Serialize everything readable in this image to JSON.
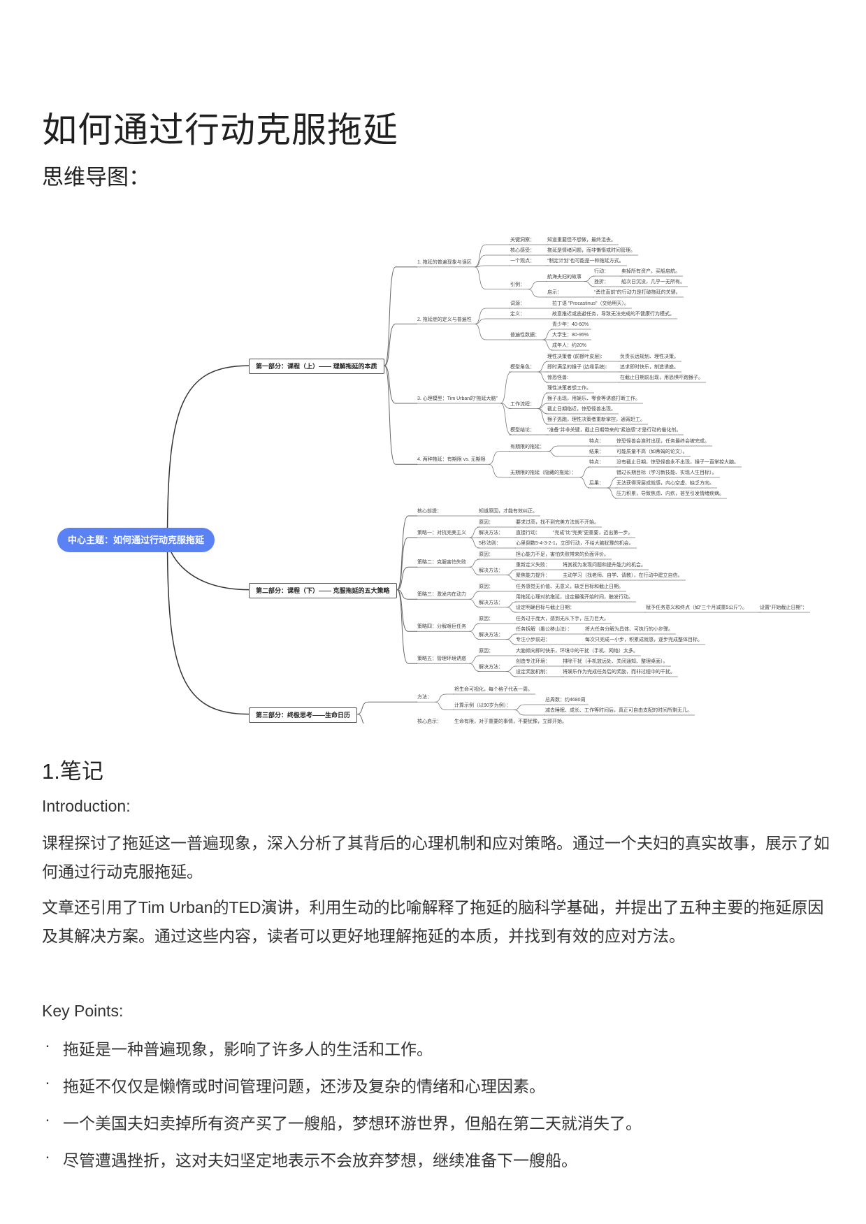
{
  "title": "如何通过行动克服拖延",
  "mindmap_heading": "思维导图：",
  "mindmap": {
    "t": "中心主题：如何通过行动克服拖延",
    "c": [
      {
        "t": "第一部分：课程（上）—— 理解拖延的本质",
        "c": [
          {
            "t": "1. 拖延的普遍现象与误区",
            "c": [
              {
                "t": "关键洞察：",
                "c": [
                  {
                    "t": "知道重要但不想做，最终沮丧。"
                  }
                ]
              },
              {
                "t": "核心感受：",
                "c": [
                  {
                    "t": "拖延是情绪问题，而非懒惰或时间管理。"
                  }
                ]
              },
              {
                "t": "一个观点：",
                "c": [
                  {
                    "t": "“制定计划”也可能是一种拖延方式。"
                  }
                ]
              },
              {
                "t": "引例：",
                "c": [
                  {
                    "t": "航海夫妇的故事",
                    "c": [
                      {
                        "t": "行动：",
                        "c": [
                          {
                            "t": "卖掉所有资产，买船启航。"
                          }
                        ]
                      },
                      {
                        "t": "挫折：",
                        "c": [
                          {
                            "t": "船次日沉没，几乎一无所有。"
                          }
                        ]
                      }
                    ]
                  },
                  {
                    "t": "启示：",
                    "c": [
                      {
                        "t": "“勇往直前”的行动力是打破拖延的关键。"
                      }
                    ]
                  }
                ]
              }
            ]
          },
          {
            "t": "2. 拖延症的定义与普遍性",
            "c": [
              {
                "t": "词源：",
                "c": [
                  {
                    "t": "拉丁语 \"Procastinus\"（交给明天）。"
                  }
                ]
              },
              {
                "t": "定义：",
                "c": [
                  {
                    "t": "故意推迟或逃避任务，导致无法完成的不健康行为模式。"
                  }
                ]
              },
              {
                "t": "普遍性数据：",
                "c": [
                  {
                    "t": "青少年：40-60%"
                  },
                  {
                    "t": "大学生：80-95%"
                  },
                  {
                    "t": "成年人：约20%"
                  }
                ]
              }
            ]
          },
          {
            "t": "3. 心理模型：Tim Urban的“拖延大脑”",
            "c": [
              {
                "t": "模型角色：",
                "c": [
                  {
                    "t": "理性决策者 (前额叶皮层):",
                    "c": [
                      {
                        "t": "负责长远规划、理性决策。"
                      }
                    ]
                  },
                  {
                    "t": "即时满足的猴子 (边缘系统):",
                    "c": [
                      {
                        "t": "追求即时快乐，制造诱惑。"
                      }
                    ]
                  },
                  {
                    "t": "惊恐怪兽:",
                    "c": [
                      {
                        "t": "在截止日期前出现，用恐惧吓跑猴子。"
                      }
                    ]
                  }
                ]
              },
              {
                "t": "工作流程：",
                "c": [
                  {
                    "t": "理性决策者想工作。"
                  },
                  {
                    "t": "猴子出现，用娱乐、零食等诱惑打断工作。"
                  },
                  {
                    "t": "截止日期临近，惊恐怪兽出现。"
                  },
                  {
                    "t": "猴子逃跑，理性决策者重新掌控，通宵赶工。"
                  }
                ]
              },
              {
                "t": "模型结论：",
                "c": [
                  {
                    "t": "“准备”并非关键，截止日期带来的“紧迫感”才是行动的催化剂。"
                  }
                ]
              }
            ]
          },
          {
            "t": "4. 两种拖延：有期限 vs. 无期限",
            "c": [
              {
                "t": "有期限的拖延：",
                "c": [
                  {
                    "t": "特点：",
                    "c": [
                      {
                        "t": "惊恐怪兽会准时出现，任务最终会被完成。"
                      }
                    ]
                  },
                  {
                    "t": "结果：",
                    "c": [
                      {
                        "t": "可能质量不高（如蒂姆的论文）。"
                      }
                    ]
                  }
                ]
              },
              {
                "t": "无期限的拖延（隐藏的拖延）：",
                "c": [
                  {
                    "t": "特点：",
                    "c": [
                      {
                        "t": "没有截止日期，惊恐怪兽永不出现，猴子一直掌控大脑。"
                      }
                    ]
                  },
                  {
                    "t": "后果：",
                    "c": [
                      {
                        "t": "错过长期目标（学习新技能、实现人生目标）。"
                      },
                      {
                        "t": "无法获得深层成就感，内心空虚、缺乏方向。"
                      },
                      {
                        "t": "压力积累，导致焦虑、内疚，甚至引发情绪疾病。"
                      }
                    ]
                  }
                ]
              }
            ]
          }
        ]
      },
      {
        "t": "第二部分：课程（下）—— 克服拖延的五大策略",
        "c": [
          {
            "t": "核心前提：",
            "c": [
              {
                "t": "知道原因，才能有效纠正。"
              }
            ]
          },
          {
            "t": "策略一：对抗完美主义",
            "c": [
              {
                "t": "原因：",
                "c": [
                  {
                    "t": "要求过高，找不到完美方法就不开始。"
                  }
                ]
              },
              {
                "t": "解决方法：",
                "c": [
                  {
                    "t": "直接行动：",
                    "c": [
                      {
                        "t": "“完成”比“完美”更重要，迈出第一步。"
                      }
                    ]
                  }
                ]
              },
              {
                "t": "5秒法则：",
                "c": [
                  {
                    "t": "心里倒数5-4-3-2-1，立即行动，不给大脑犹豫的机会。"
                  }
                ]
              }
            ]
          },
          {
            "t": "策略二：克服害怕失败",
            "c": [
              {
                "t": "原因：",
                "c": [
                  {
                    "t": "担心能力不足，害怕失败带来的负面评价。"
                  }
                ]
              },
              {
                "t": "解决方法：",
                "c": [
                  {
                    "t": "重新定义失败：",
                    "c": [
                      {
                        "t": "将其视为发现问题和提升能力的机会。"
                      }
                    ]
                  },
                  {
                    "t": "聚焦能力提升：",
                    "c": [
                      {
                        "t": "主动学习（找老师、自学、请教），在行动中建立自信。"
                      }
                    ]
                  }
                ]
              }
            ]
          },
          {
            "t": "策略三：激发内在动力",
            "c": [
              {
                "t": "原因：",
                "c": [
                  {
                    "t": "任务感觉无价值、无意义，缺乏目标和截止日期。"
                  }
                ]
              },
              {
                "t": "解决方法：",
                "c": [
                  {
                    "t": "用拖延心理对抗拖延，设定最晚开始时间，触发行动。"
                  },
                  {
                    "t": "设定明确目标与截止日期：",
                    "c": [
                      {
                        "t": "赋予任务意义和终点（如“三个月减重5公斤”）。",
                        "c": [
                          {
                            "t": "设置“开始截止日期”："
                          }
                        ]
                      }
                    ]
                  }
                ]
              }
            ]
          },
          {
            "t": "策略四：分解艰巨任务",
            "c": [
              {
                "t": "原因：",
                "c": [
                  {
                    "t": "任务过于庞大，感到无从下手，压力巨大。"
                  }
                ]
              },
              {
                "t": "解决方法：",
                "c": [
                  {
                    "t": "任务拆解（愚公移山法）：",
                    "c": [
                      {
                        "t": "将大任务分解为具体、可执行的小步骤。"
                      }
                    ]
                  },
                  {
                    "t": "专注小步前进：",
                    "c": [
                      {
                        "t": "每次只完成一小步，积累成就感，逐步完成整体目标。"
                      }
                    ]
                  }
                ]
              }
            ]
          },
          {
            "t": "策略五：管理环境诱惑",
            "c": [
              {
                "t": "原因：",
                "c": [
                  {
                    "t": "大脑倾向即时快乐，环境中的干扰（手机、网络）太多。"
                  }
                ]
              },
              {
                "t": "解决方法：",
                "c": [
                  {
                    "t": "创造专注环境：",
                    "c": [
                      {
                        "t": "排除干扰（手机放远处、关闭通知、整理桌面）。"
                      }
                    ]
                  },
                  {
                    "t": "设定奖励机制：",
                    "c": [
                      {
                        "t": "将娱乐作为完成任务后的奖励，而非过程中的干扰。"
                      }
                    ]
                  }
                ]
              }
            ]
          }
        ]
      },
      {
        "t": "第三部分：终极思考——生命日历",
        "c": [
          {
            "t": "方法：",
            "c": [
              {
                "t": "将生命可视化，每个格子代表一周。"
              },
              {
                "t": "计算示例（以90岁为例）：",
                "c": [
                  {
                    "t": "总周数：约4680周"
                  },
                  {
                    "t": "减去睡眠、成长、工作等时间后，真正可自由支配的时间所剩无几。"
                  }
                ]
              }
            ]
          },
          {
            "t": "核心启示：",
            "c": [
              {
                "t": "生命有限，对于重要的事情，不要犹豫，立即开始。"
              }
            ]
          }
        ]
      }
    ]
  },
  "notes": {
    "heading": "1.笔记",
    "intro_label": "Introduction:",
    "paragraphs": [
      "课程探讨了拖延这一普遍现象，深入分析了其背后的心理机制和应对策略。通过一个夫妇的真实故事，展示了如何通过行动克服拖延。",
      "文章还引用了Tim Urban的TED演讲，利用生动的比喻解释了拖延的脑科学基础，并提出了五种主要的拖延原因及其解决方案。通过这些内容，读者可以更好地理解拖延的本质，并找到有效的应对方法。"
    ],
    "key_points_label": "Key Points:",
    "bullet_glyph": "·",
    "key_points": [
      "拖延是一种普遍现象，影响了许多人的生活和工作。",
      "拖延不仅仅是懒惰或时间管理问题，还涉及复杂的情绪和心理因素。",
      "一个美国夫妇卖掉所有资产买了一艘船，梦想环游世界，但船在第二天就消失了。",
      "尽管遭遇挫折，这对夫妇坚定地表示不会放弃梦想，继续准备下一艘船。"
    ]
  },
  "colors": {
    "center_node": "#5b82f4",
    "text": "#333333"
  }
}
